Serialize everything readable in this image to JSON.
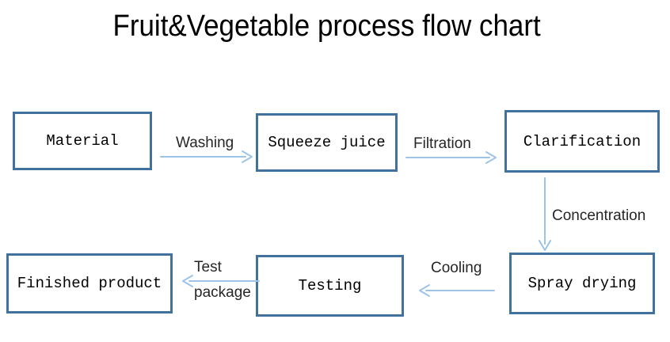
{
  "title": "Fruit&Vegetable process flow chart",
  "nodes": {
    "material": "Material",
    "squeeze_juice": "Squeeze juice",
    "clarification": "Clarification",
    "spray_drying": "Spray drying",
    "testing": "Testing",
    "finished_product": "Finished product"
  },
  "edges": {
    "washing": "Washing",
    "filtration": "Filtration",
    "concentration": "Concentration",
    "cooling": "Cooling",
    "test_package_line1": "Test",
    "test_package_line2": "package"
  },
  "colors": {
    "box_border": "#41719C",
    "arrow": "#9EC3E8",
    "box_text": "#000000",
    "label_text": "#262626",
    "title_text": "#000000"
  }
}
